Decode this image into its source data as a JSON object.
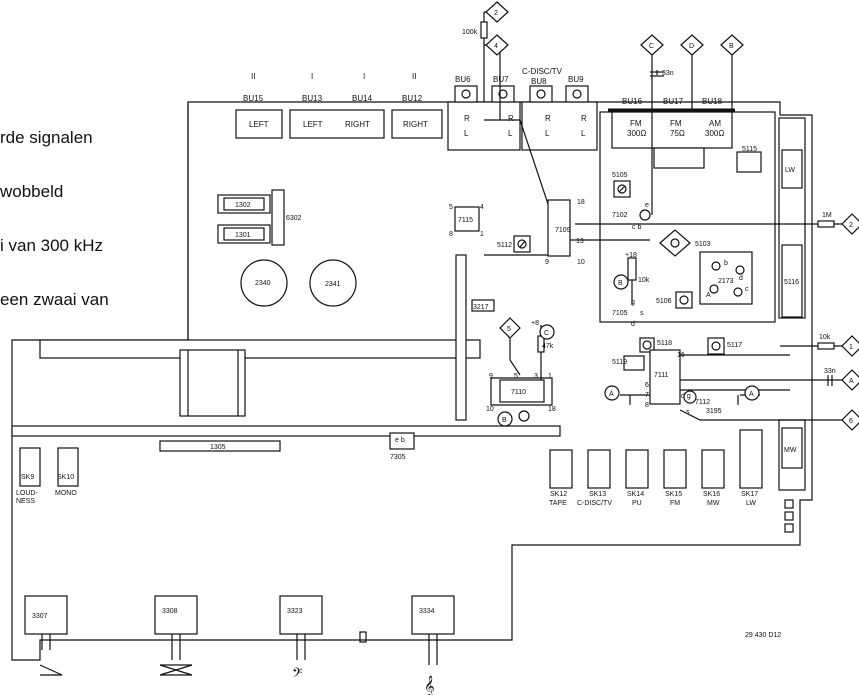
{
  "side_text": [
    "rde signalen",
    "wobbeld",
    "i van 300 kHz",
    "een zwaai van"
  ],
  "connectors_top": {
    "bu15": {
      "roman": "II",
      "label": "BU15"
    },
    "bu13": {
      "roman": "I",
      "label": "BU13"
    },
    "bu14": {
      "roman": "I",
      "label": "BU14"
    },
    "bu12": {
      "roman": "II",
      "label": "BU12"
    },
    "left1": "LEFT",
    "left2": "LEFT",
    "right1": "RIGHT",
    "right2": "RIGHT"
  },
  "bu_jacks": {
    "bu6": "BU6",
    "bu7": "BU7",
    "bu8": "BU8",
    "bu9": "BU9",
    "cdisc": "C-DISC/TV",
    "r": "R",
    "l": "L"
  },
  "antenna": {
    "bu16": "BU16",
    "bu17": "BU17",
    "bu18": "BU18",
    "fm300": "FM",
    "fm300_val": "300Ω",
    "fm75": "FM",
    "fm75_val": "75Ω",
    "am": "AM",
    "am_val": "300Ω"
  },
  "markers": {
    "d2": "2",
    "d4": "4",
    "c": "C",
    "d": "D",
    "b": "B",
    "e2": "2",
    "e1": "1",
    "e6": "6",
    "eA": "A",
    "cA1": "A",
    "cA2": "A",
    "cB1": "B",
    "cB2": "B",
    "cC": "C",
    "d5": "5"
  },
  "components": {
    "r100k": "100k",
    "c33n": "33n",
    "c33n2": "33n",
    "r1M": "1M",
    "r10k": "10k",
    "r10k2": "10k",
    "r47k": "47k",
    "r18": "+18",
    "r8": "+8",
    "p1302": "1302",
    "p1301": "1301",
    "p6302": "6302",
    "c2340": "2340",
    "c2341": "2341",
    "t7115": "7115",
    "ic7109": "7109",
    "c5112": "5112",
    "c5105": "5105",
    "t7102": "7102",
    "c5103": "5103",
    "c5115": "5115",
    "lw_top": "LW",
    "c5116": "5116",
    "c2173": "2173",
    "c5106": "5106",
    "t7105": "7105",
    "r3217": "3217",
    "c5118": "5118",
    "c5119": "5119",
    "c5117": "5117",
    "ic7111": "7111",
    "t7112": "7112",
    "r3195": "3195",
    "ic7110": "7110",
    "mw": "MW",
    "p1305": "1305",
    "t7305": "7305",
    "t7305_pins": "e  b",
    "drawing_no": "29 430 D12"
  },
  "switches": {
    "sk9": "SK9",
    "sk9_t": "LOUD-",
    "sk9_t2": "NESS",
    "sk10": "SK10",
    "sk10_t": "MONO",
    "sk12": "SK12",
    "sk12_t": "TAPE",
    "sk13": "SK13",
    "sk13_t": "C-DISC/TV",
    "sk14": "SK14",
    "sk14_t": "PU",
    "sk15": "SK15",
    "sk15_t": "FM",
    "sk16": "SK16",
    "sk16_t": "MW",
    "sk17": "SK17",
    "sk17_t": "LW"
  },
  "pots": {
    "p3307": "3307",
    "p3308": "3308",
    "p3323": "3323",
    "p3334": "3334"
  },
  "pins": {
    "p5": "5",
    "p4": "4",
    "p8": "8",
    "p1": "1",
    "p18": "18",
    "p9": "9",
    "p10": "10",
    "p13": "13",
    "e": "e",
    "cb": "c  b",
    "g": "g",
    "s": "s",
    "dd": "d",
    "b": "b",
    "c": "c",
    "d": "d",
    "p16": "16",
    "p6": "6",
    "p7": "7",
    "p8b": "8",
    "dg": "d g",
    "s2": "s",
    "p9b": "9",
    "p5b": "5",
    "p3": "3",
    "p1b": "1",
    "p10b": "10",
    "p18b": "18"
  }
}
